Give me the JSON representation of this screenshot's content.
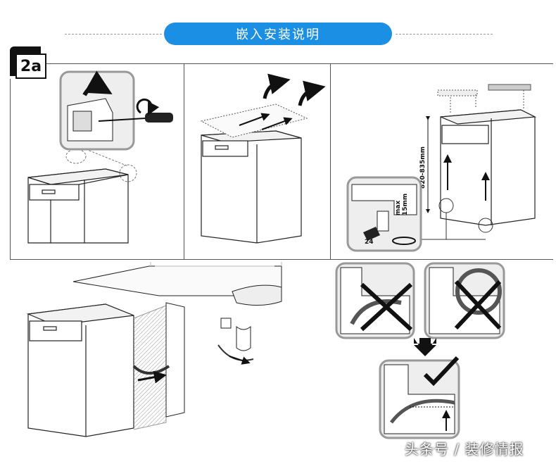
{
  "header": {
    "title": "嵌入安装说明",
    "step_label": "2a"
  },
  "annotations": {
    "height_range": "820-835mm",
    "max_adjust": "max\n15mm",
    "wrench_size": "24"
  },
  "watermark": "头条号 / 装修情报",
  "colors": {
    "accent": "#1a8fe3",
    "line": "#222222",
    "panel_bg": "#e8e8e8"
  }
}
